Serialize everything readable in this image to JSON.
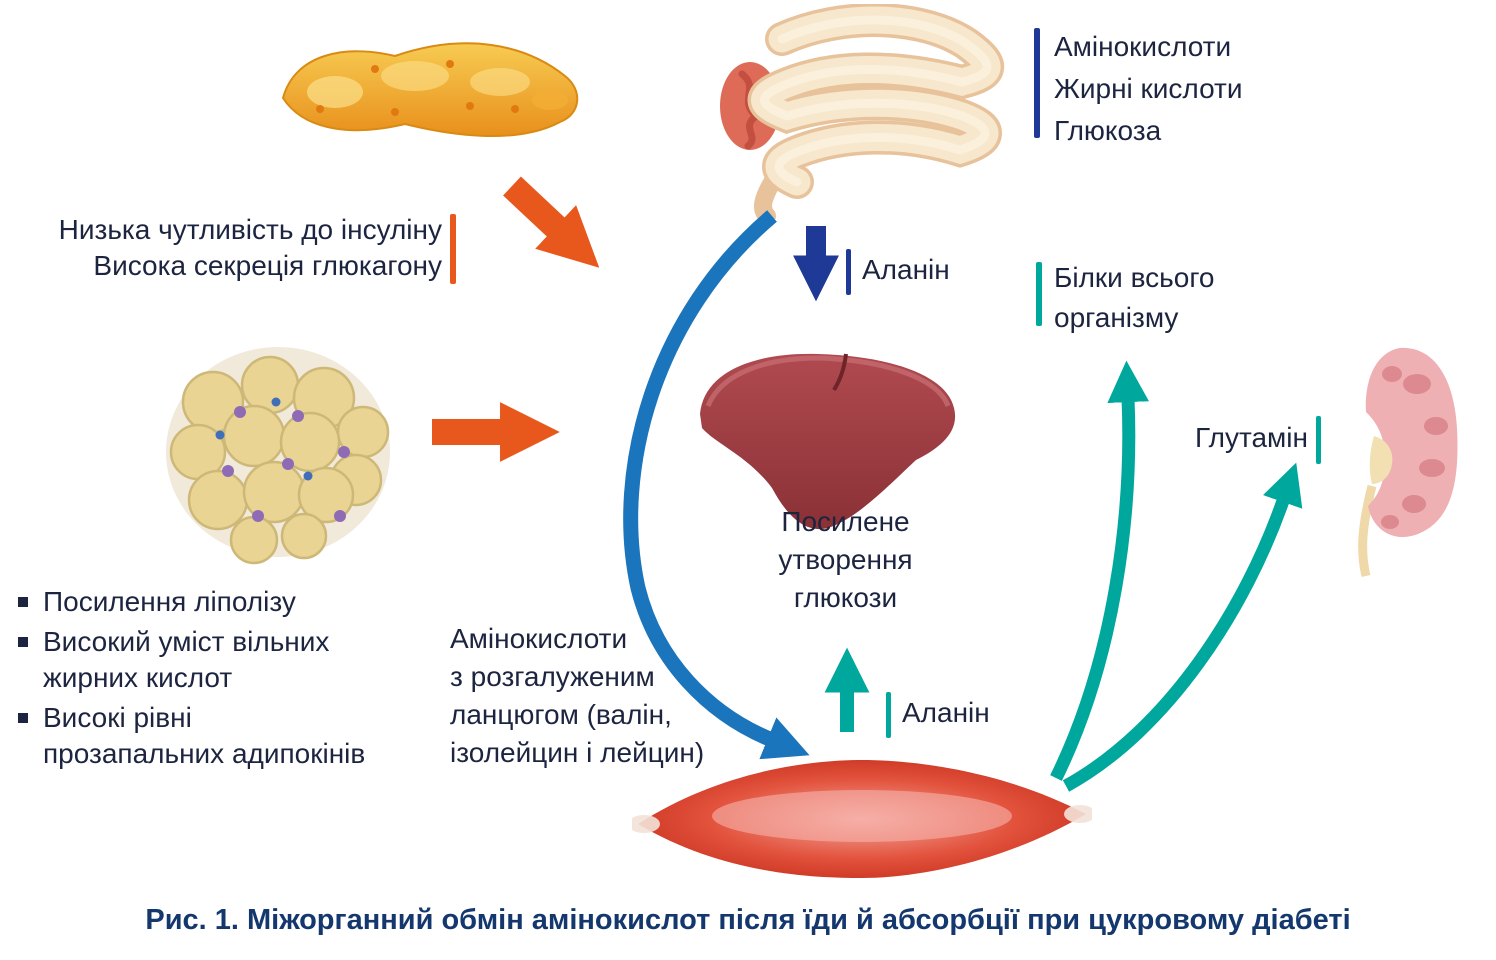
{
  "figure": {
    "caption": "Рис. 1. Міжорганний обмін амінокислот після їди й абсорбції при цукровому діабеті",
    "pancreas_note": {
      "line1": "Низька чутливість до інсуліну",
      "line2": "Висока секреція глюкагону"
    },
    "intestine_outputs": {
      "line1": "Амінокислоти",
      "line2": "Жирні кислоти",
      "line3": "Глюкоза"
    },
    "alanine_top_label": "Аланін",
    "alanine_bottom_label": "Аланін",
    "body_proteins": {
      "line1": "Білки всього",
      "line2": "організму"
    },
    "glutamine_label": "Глутамін",
    "liver_process": {
      "line1": "Посилене",
      "line2": "утворення",
      "line3": "глюкози"
    },
    "bcaa_note": {
      "line1": "Амінокислоти",
      "line2": "з розгалуженим",
      "line3": "ланцюгом (валін,",
      "line4": "ізолейцин і лейцин)"
    },
    "adipose_effects": [
      "Посилення ліполізу",
      "Високий уміст вільних жирних кислот",
      "Високі рівні прозапальних адипокінів"
    ],
    "colors": {
      "orange": "#E8581C",
      "blue": "#1B75BC",
      "navy": "#1E3A96",
      "teal": "#00A79D",
      "text": "#1C2440",
      "caption": "#14386E"
    }
  }
}
